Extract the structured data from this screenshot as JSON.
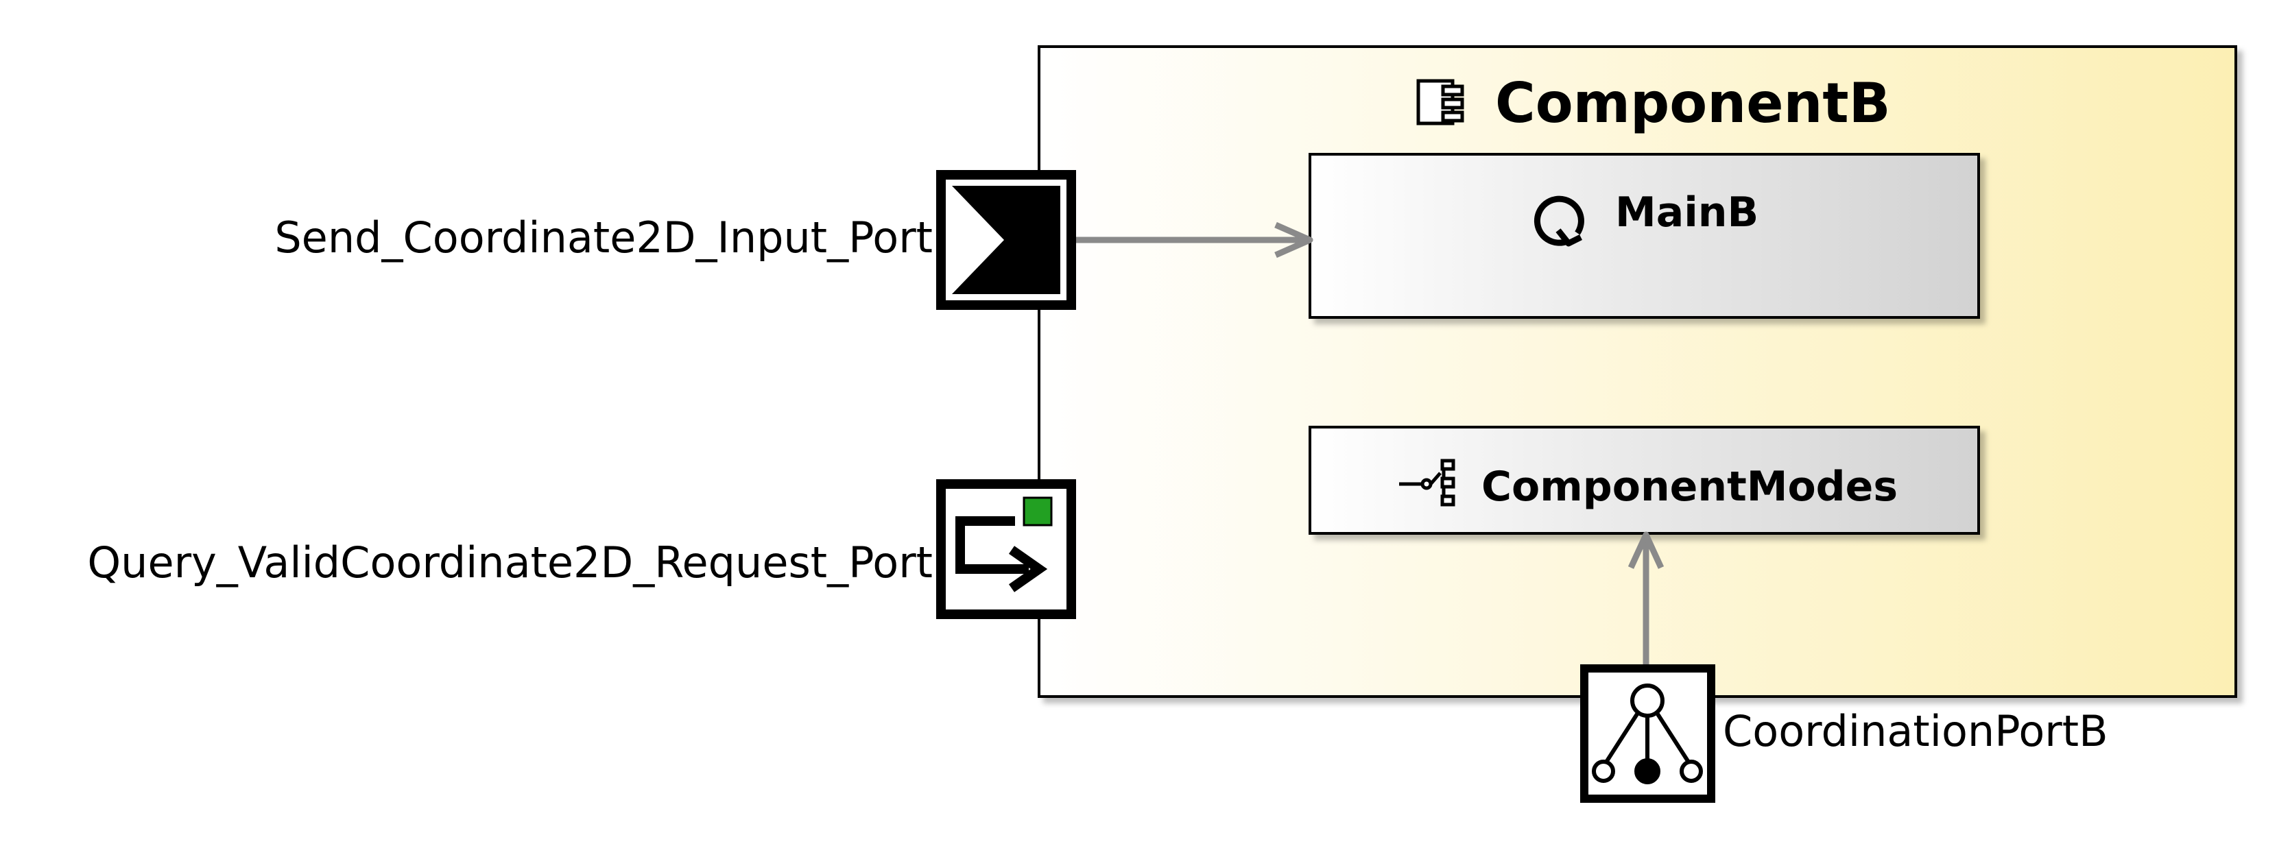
{
  "component": {
    "name": "ComponentB",
    "fill_start": "#ffffff",
    "fill_end": "#fcefb4",
    "border": "#000000"
  },
  "parts": {
    "main": {
      "name": "MainB"
    },
    "modes": {
      "name": "ComponentModes"
    }
  },
  "ports": {
    "input": {
      "name": "Send_Coordinate2D_Input_Port",
      "icon": "event-input-port-icon"
    },
    "request": {
      "name": "Query_ValidCoordinate2D_Request_Port",
      "icon": "request-port-icon",
      "accent": "#22a022"
    },
    "coordination": {
      "name": "CoordinationPortB",
      "icon": "coordination-port-icon"
    }
  },
  "connector_color": "#8a8a8a"
}
